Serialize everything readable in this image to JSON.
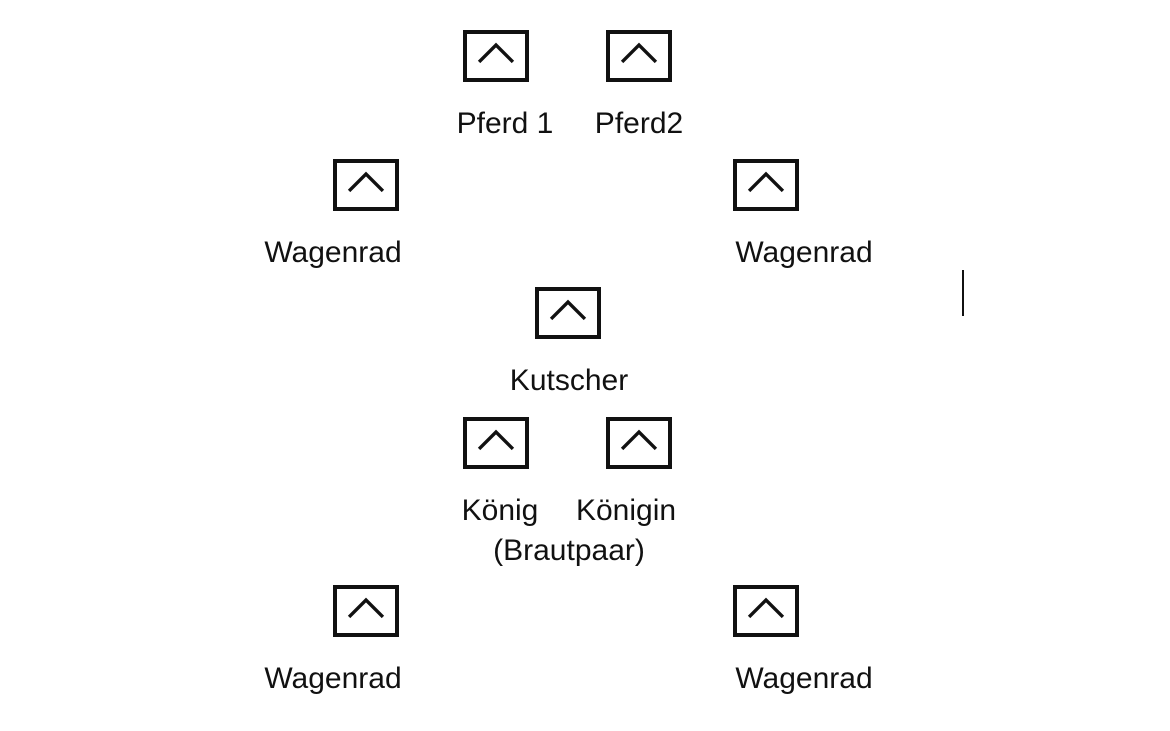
{
  "icon": "caret-up-box-icon",
  "items": [
    {
      "id": "pferd-1",
      "label": "Pferd 1"
    },
    {
      "id": "pferd-2",
      "label": "Pferd2"
    },
    {
      "id": "wagenrad-top-left",
      "label": "Wagenrad"
    },
    {
      "id": "wagenrad-top-right",
      "label": "Wagenrad"
    },
    {
      "id": "kutscher",
      "label": "Kutscher"
    },
    {
      "id": "koenig",
      "label": "König"
    },
    {
      "id": "koenigin",
      "label": "Königin"
    },
    {
      "id": "brautpaar",
      "label": "(Brautpaar)"
    },
    {
      "id": "wagenrad-bottom-left",
      "label": "Wagenrad"
    },
    {
      "id": "wagenrad-bottom-right",
      "label": "Wagenrad"
    }
  ]
}
